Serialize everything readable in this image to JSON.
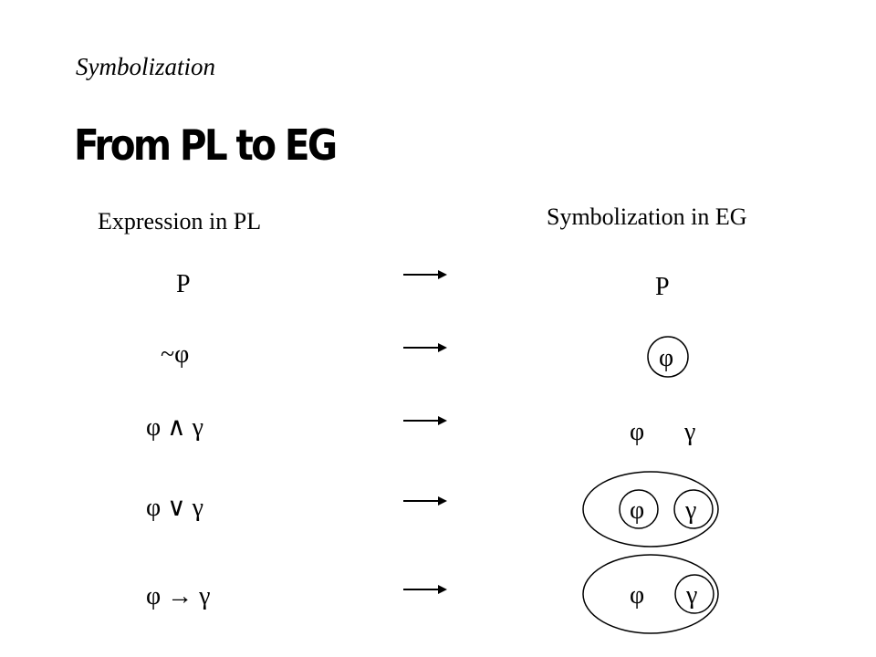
{
  "subtitle": "Symbolization",
  "title": "From PL to EG",
  "columns": {
    "left_header": "Expression in PL",
    "right_header": "Symbolization in EG"
  },
  "rows": [
    {
      "pl": "P",
      "eg": [
        "P"
      ],
      "cuts": []
    },
    {
      "pl": "~φ",
      "eg": [
        "φ"
      ],
      "cuts": [
        "around φ"
      ]
    },
    {
      "pl": "φ ∧ γ",
      "eg": [
        "φ",
        "γ"
      ],
      "cuts": []
    },
    {
      "pl": "φ ∨ γ",
      "eg": [
        "φ",
        "γ"
      ],
      "cuts": [
        "outer",
        "around φ",
        "around γ"
      ]
    },
    {
      "pl": "φ → γ",
      "eg": [
        "φ",
        "γ"
      ],
      "cuts": [
        "outer",
        "around γ"
      ]
    }
  ]
}
